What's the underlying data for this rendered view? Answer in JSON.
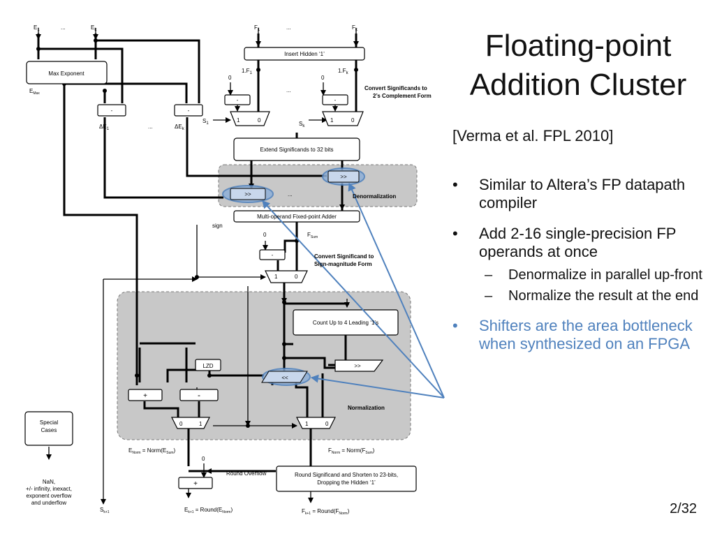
{
  "slide": {
    "title_line1": "Floating-point",
    "title_line2": "Addition Cluster",
    "citation": "[Verma et al. FPL 2010]",
    "bullets": [
      "Similar to Altera’s FP datapath compiler",
      "Add 2-16 single-precision FP operands at once",
      "Shifters are the area bottleneck when synthesized on an FPGA"
    ],
    "sub_bullets": [
      "Denormalize in parallel up-front",
      "Normalize the result at the end"
    ],
    "page_number": "2/32",
    "highlight_color": "#4f81bd"
  },
  "diagram": {
    "inputs": {
      "e1": "E",
      "e1_sub": "1",
      "ek": "E",
      "ek_sub": "k",
      "f1": "F",
      "f1_sub": "1",
      "fk": "F",
      "fk_sub": "k",
      "ellipsis": "..."
    },
    "blocks": {
      "max_exponent": "Max  Exponent",
      "insert_hidden": "Insert Hidden ‘1’",
      "extend": "Extend Significands to 32 bits",
      "adder": "Multi-operand Fixed-point Adder",
      "count_leading": "Count Up to 4 Leading ‘1’s",
      "lzd": "LZD",
      "round": "Round Significand and Shorten to 23-bits,",
      "round2": "Dropping the Hidden ‘1’",
      "special_cases": "Special",
      "special_cases2": "Cases"
    },
    "labels": {
      "emax": "E",
      "emax_sub": "Max",
      "de": "ΔE",
      "de1_sub": "1",
      "dek_sub": "k",
      "s": "S",
      "s1_sub": "1",
      "sk_sub": "k",
      "f1_onef": "1.F",
      "fk_onef": "1.F",
      "zero": "0",
      "one": "1",
      "minus": "-",
      "plus": "+",
      "shift_right": ">>",
      "shift_left": "<<",
      "convert_twos1": "Convert Significands to",
      "convert_twos2": "2’s Complement Form",
      "convert_sm1": "Convert Significand to",
      "convert_sm2": "Sign-magnitude Form",
      "denormalization": "Denormalization",
      "normalization": "Normalization",
      "sign": "sign",
      "fsum": "F",
      "fsum_sub": "Sum",
      "round_overflow": "Round Overflow",
      "enorm": "E",
      "enorm_sub": "Norm",
      "enorm_eq": " = Norm(E",
      "enorm_eq_sub": "Sum",
      "close": ")",
      "fnorm": "F",
      "fnorm_sub": "Norm",
      "fnorm_eq": " = Norm(F",
      "fnorm_eq_sub": "Sum",
      "ek1": "E",
      "ek1_sub": "k+1",
      "ek1_eq": " = Round(E",
      "ek1_eq_sub": "Norm",
      "fk1": "F",
      "fk1_sub": "k+1",
      "fk1_eq": " = Round(F",
      "fk1_eq_sub": "Norm",
      "sk1": "S",
      "sk1_sub": "k+1",
      "special_out1": "NaN,",
      "special_out2": "+/- infinity, inexact,",
      "special_out3": "exponent overflow",
      "special_out4": "and underflow"
    }
  }
}
